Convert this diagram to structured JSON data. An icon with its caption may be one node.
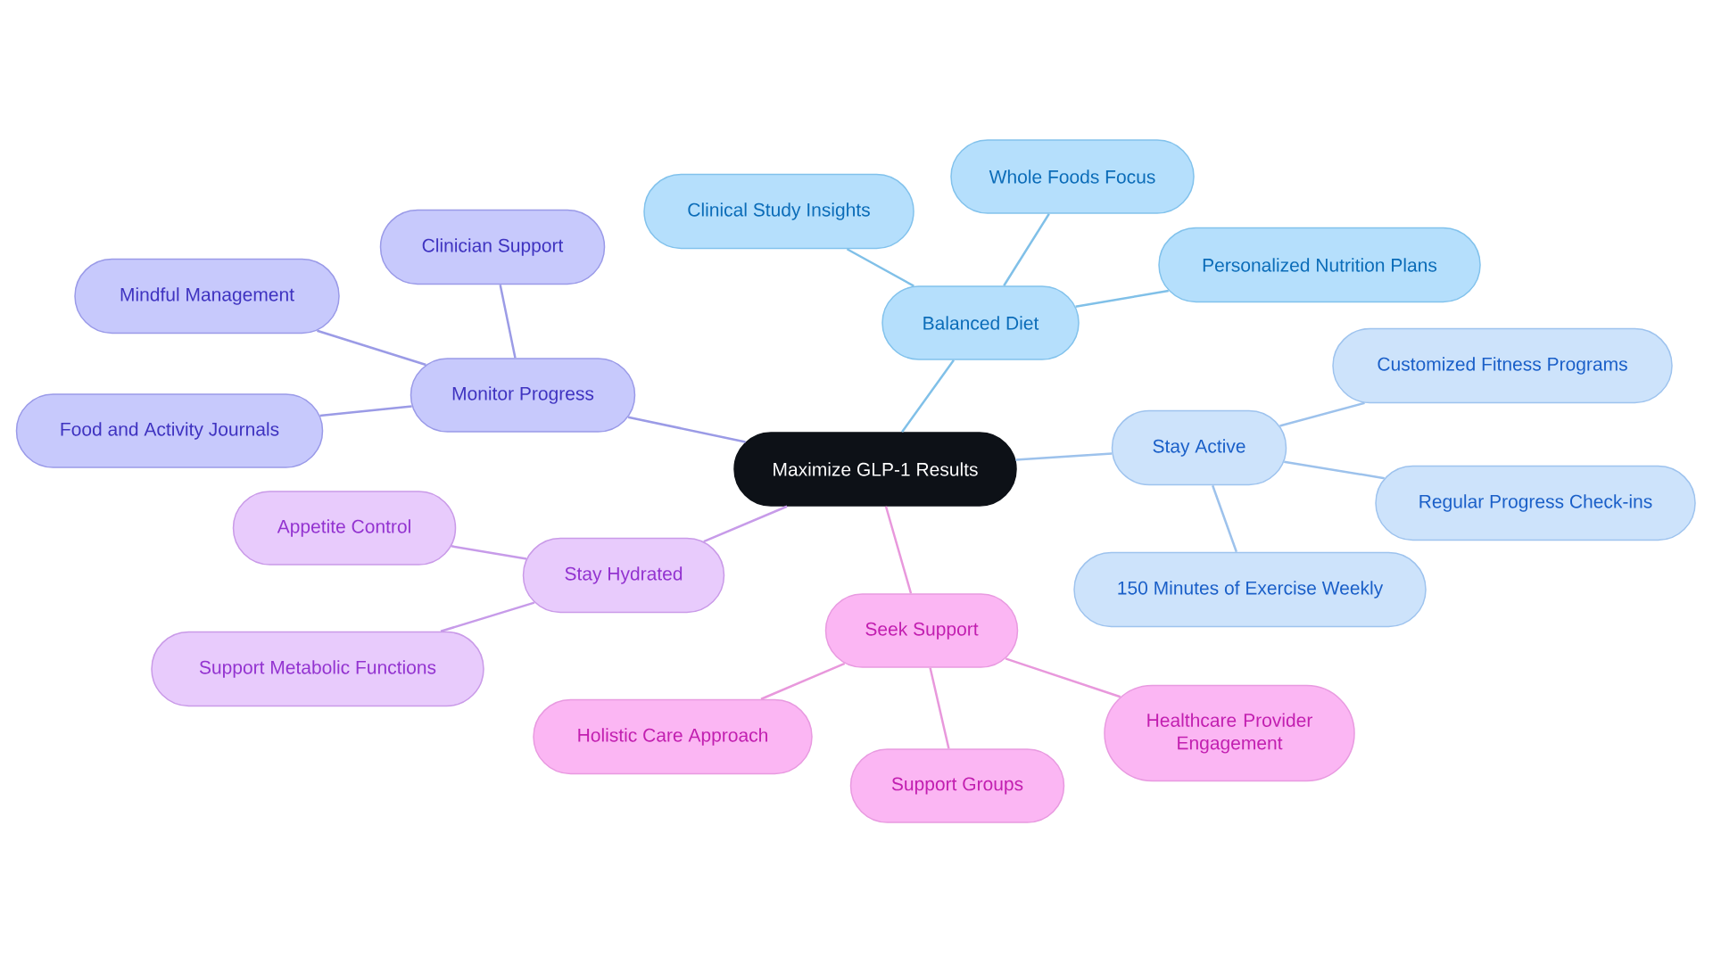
{
  "diagram": {
    "nodes": [
      {
        "text": [
          "Maximize GLP-1 Results"
        ]
      },
      {
        "text": [
          "Balanced Diet"
        ]
      },
      {
        "text": [
          "Clinical Study Insights"
        ]
      },
      {
        "text": [
          "Whole Foods Focus"
        ]
      },
      {
        "text": [
          "Personalized Nutrition Plans"
        ]
      },
      {
        "text": [
          "Stay Active"
        ]
      },
      {
        "text": [
          "Customized Fitness Programs"
        ]
      },
      {
        "text": [
          "Regular Progress Check-ins"
        ]
      },
      {
        "text": [
          "150 Minutes of Exercise Weekly"
        ]
      },
      {
        "text": [
          "Seek Support"
        ]
      },
      {
        "text": [
          "Holistic Care Approach"
        ]
      },
      {
        "text": [
          "Support Groups"
        ]
      },
      {
        "text": [
          "Healthcare Provider Engagement"
        ]
      },
      {
        "text": [
          "Stay Hydrated"
        ]
      },
      {
        "text": [
          "Appetite Control"
        ]
      },
      {
        "text": [
          "Support Metabolic Functions"
        ]
      },
      {
        "text": [
          "Monitor Progress"
        ]
      },
      {
        "text": [
          "Clinician Support"
        ]
      },
      {
        "text": [
          "Mindful Management"
        ]
      },
      {
        "text": [
          "Food and Activity Journals"
        ]
      }
    ],
    "edges": [
      {
        "from": 0,
        "to": 1,
        "arrow": "none",
        "color": "#80c0e8"
      },
      {
        "from": 1,
        "to": 2,
        "arrow": "none",
        "color": "#80c0e8"
      },
      {
        "from": 1,
        "to": 3,
        "arrow": "none",
        "color": "#80c0e8"
      },
      {
        "from": 1,
        "to": 4,
        "arrow": "none",
        "color": "#80c0e8"
      },
      {
        "from": 0,
        "to": 5,
        "arrow": "none",
        "color": "#9dc2ec"
      },
      {
        "from": 5,
        "to": 6,
        "arrow": "none",
        "color": "#9dc2ec"
      },
      {
        "from": 5,
        "to": 7,
        "arrow": "none",
        "color": "#9dc2ec"
      },
      {
        "from": 5,
        "to": 8,
        "arrow": "none",
        "color": "#9dc2ec"
      },
      {
        "from": 0,
        "to": 9,
        "arrow": "none",
        "color": "#e898dc"
      },
      {
        "from": 9,
        "to": 10,
        "arrow": "none",
        "color": "#e898dc"
      },
      {
        "from": 9,
        "to": 11,
        "arrow": "none",
        "color": "#e898dc"
      },
      {
        "from": 9,
        "to": 12,
        "arrow": "none",
        "color": "#e898dc"
      },
      {
        "from": 0,
        "to": 13,
        "arrow": "none",
        "color": "#c79be9"
      },
      {
        "from": 13,
        "to": 14,
        "arrow": "none",
        "color": "#c79be9"
      },
      {
        "from": 13,
        "to": 15,
        "arrow": "none",
        "color": "#c79be9"
      },
      {
        "from": 0,
        "to": 16,
        "arrow": "none",
        "color": "#9b9be6"
      },
      {
        "from": 16,
        "to": 17,
        "arrow": "none",
        "color": "#9b9be6"
      },
      {
        "from": 16,
        "to": 18,
        "arrow": "none",
        "color": "#9b9be6"
      },
      {
        "from": 16,
        "to": 19,
        "arrow": "none",
        "color": "#9b9be6"
      }
    ]
  }
}
